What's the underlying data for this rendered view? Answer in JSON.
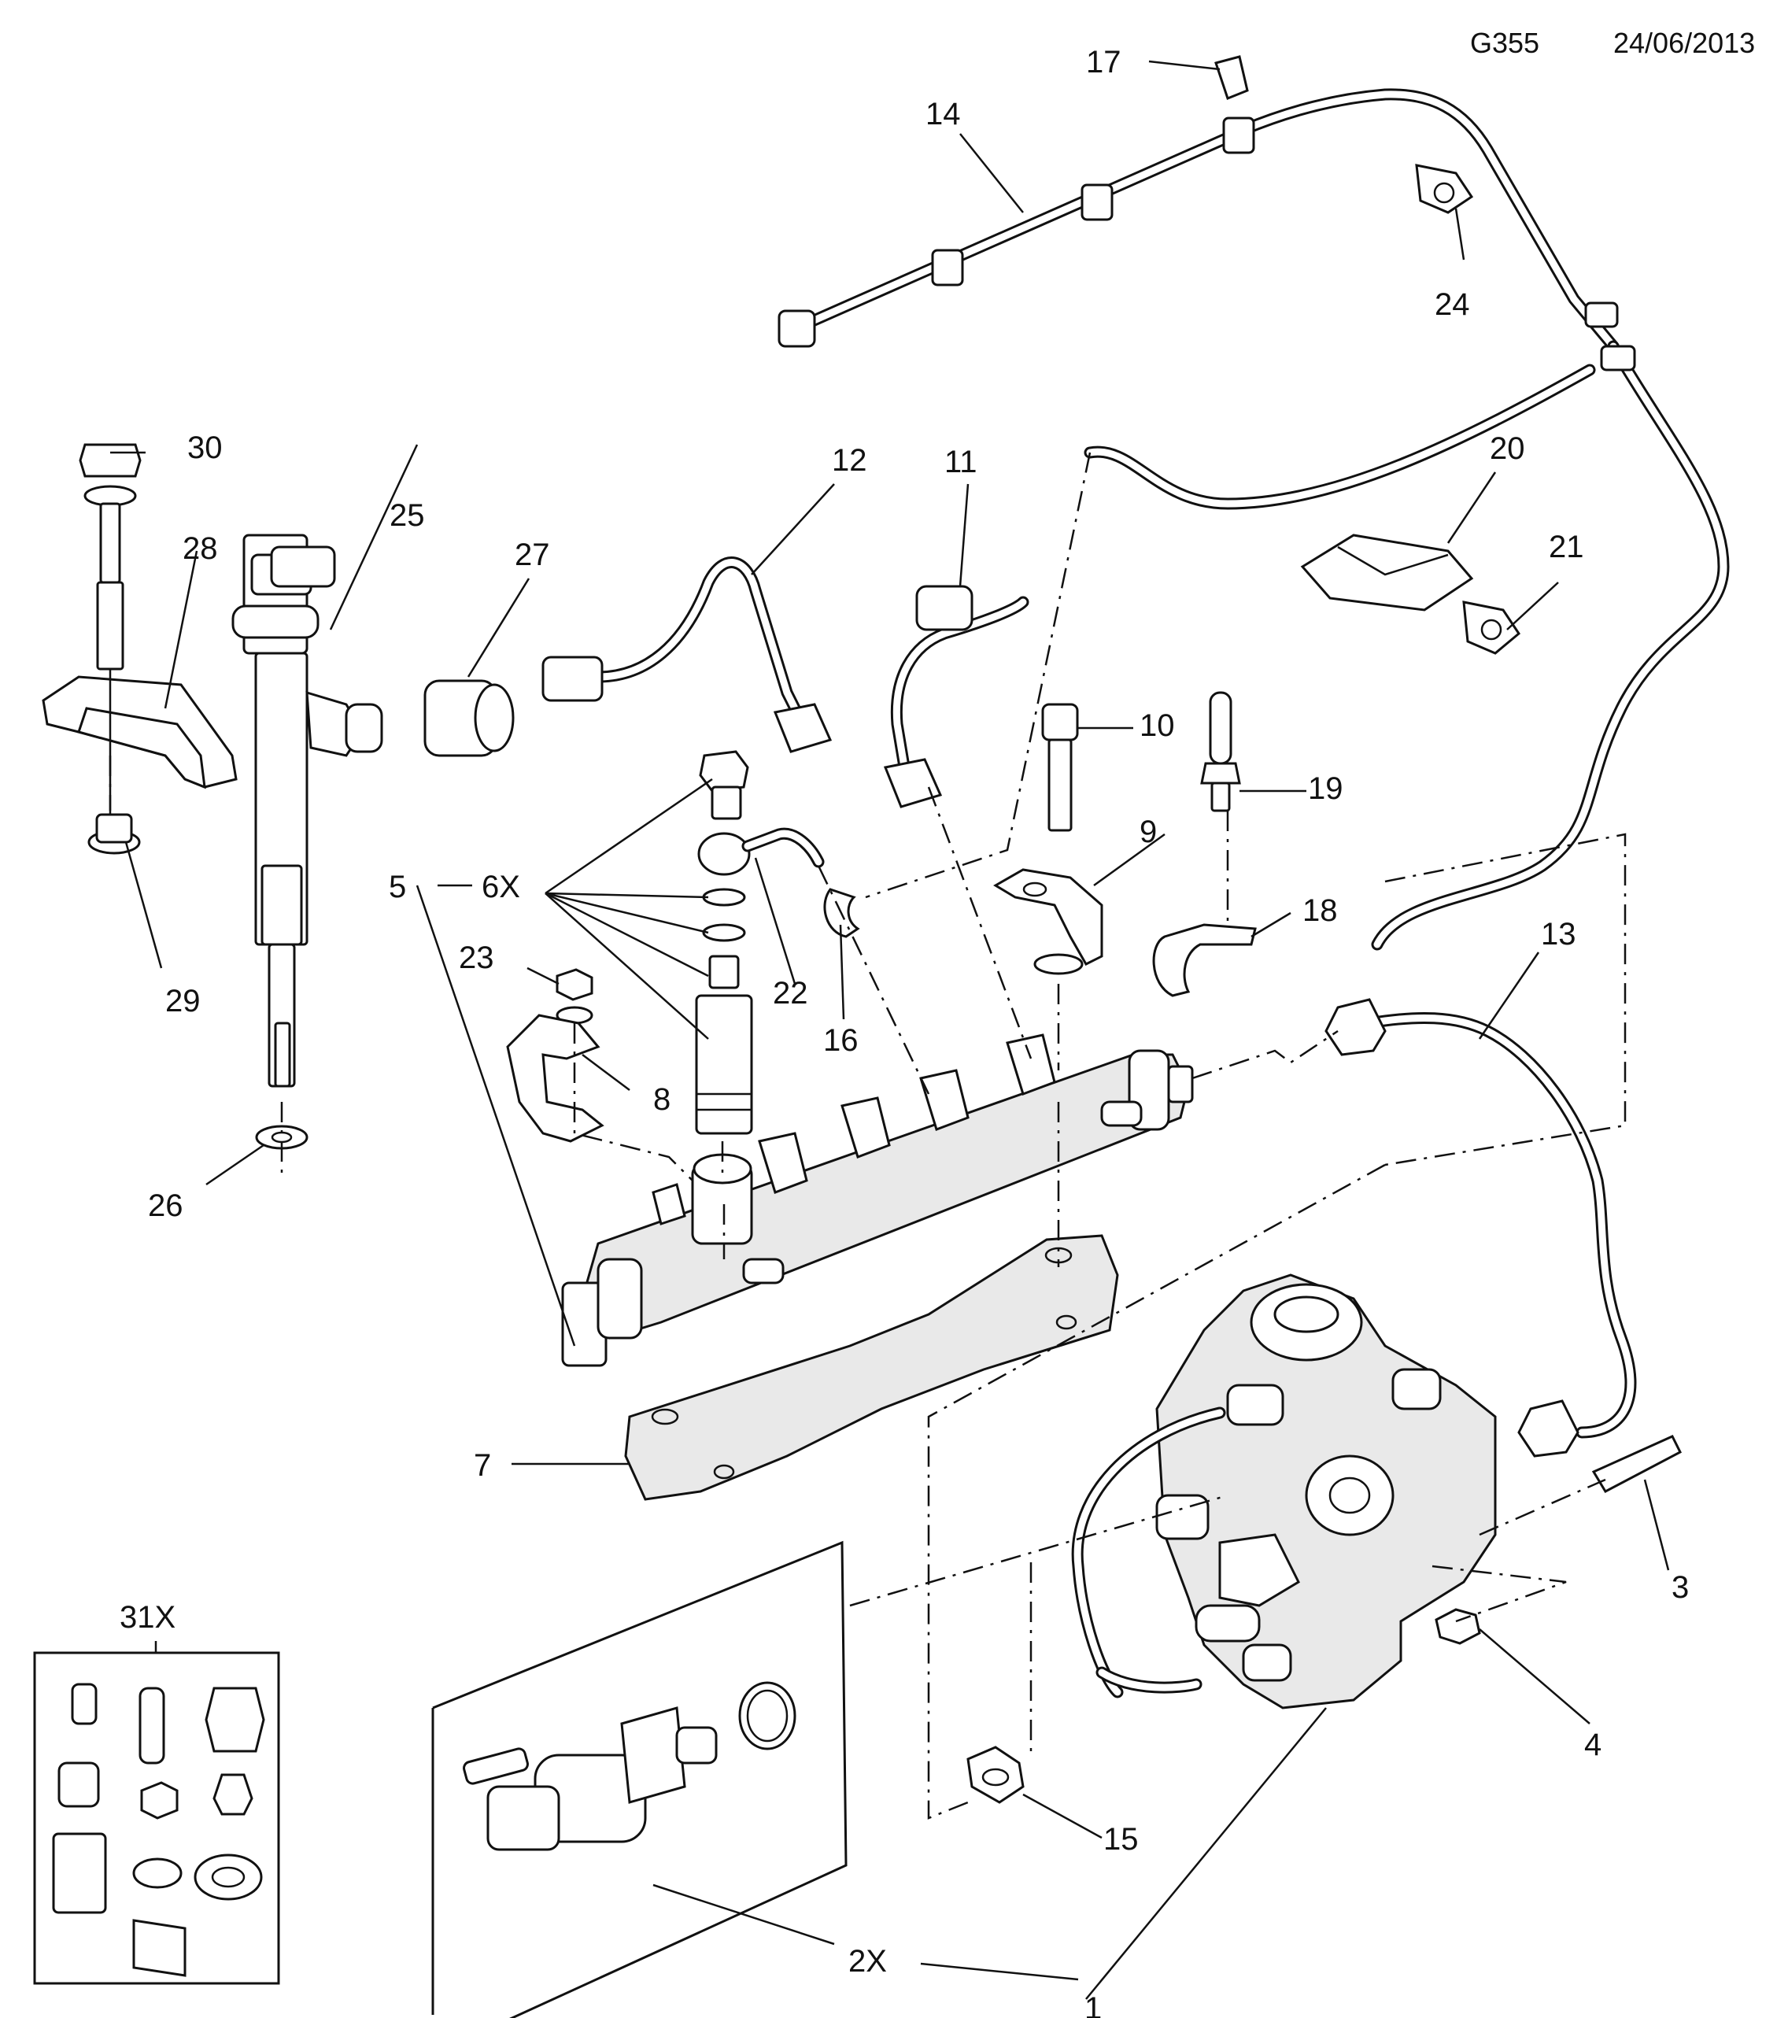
{
  "header": {
    "code": "G355",
    "date": "24/06/2013"
  },
  "callouts": {
    "c1": "1",
    "c2": "2X",
    "c3": "3",
    "c4": "4",
    "c5": "5",
    "c6": "6X",
    "c7": "7",
    "c8": "8",
    "c9": "9",
    "c10": "10",
    "c11": "11",
    "c12": "12",
    "c13": "13",
    "c14": "14",
    "c15": "15",
    "c16": "16",
    "c17": "17",
    "c18": "18",
    "c19": "19",
    "c20": "20",
    "c21": "21",
    "c22": "22",
    "c23": "23",
    "c24": "24",
    "c25": "25",
    "c26": "26",
    "c27": "27",
    "c28": "28",
    "c29": "29",
    "c30": "30",
    "c31": "31X"
  }
}
